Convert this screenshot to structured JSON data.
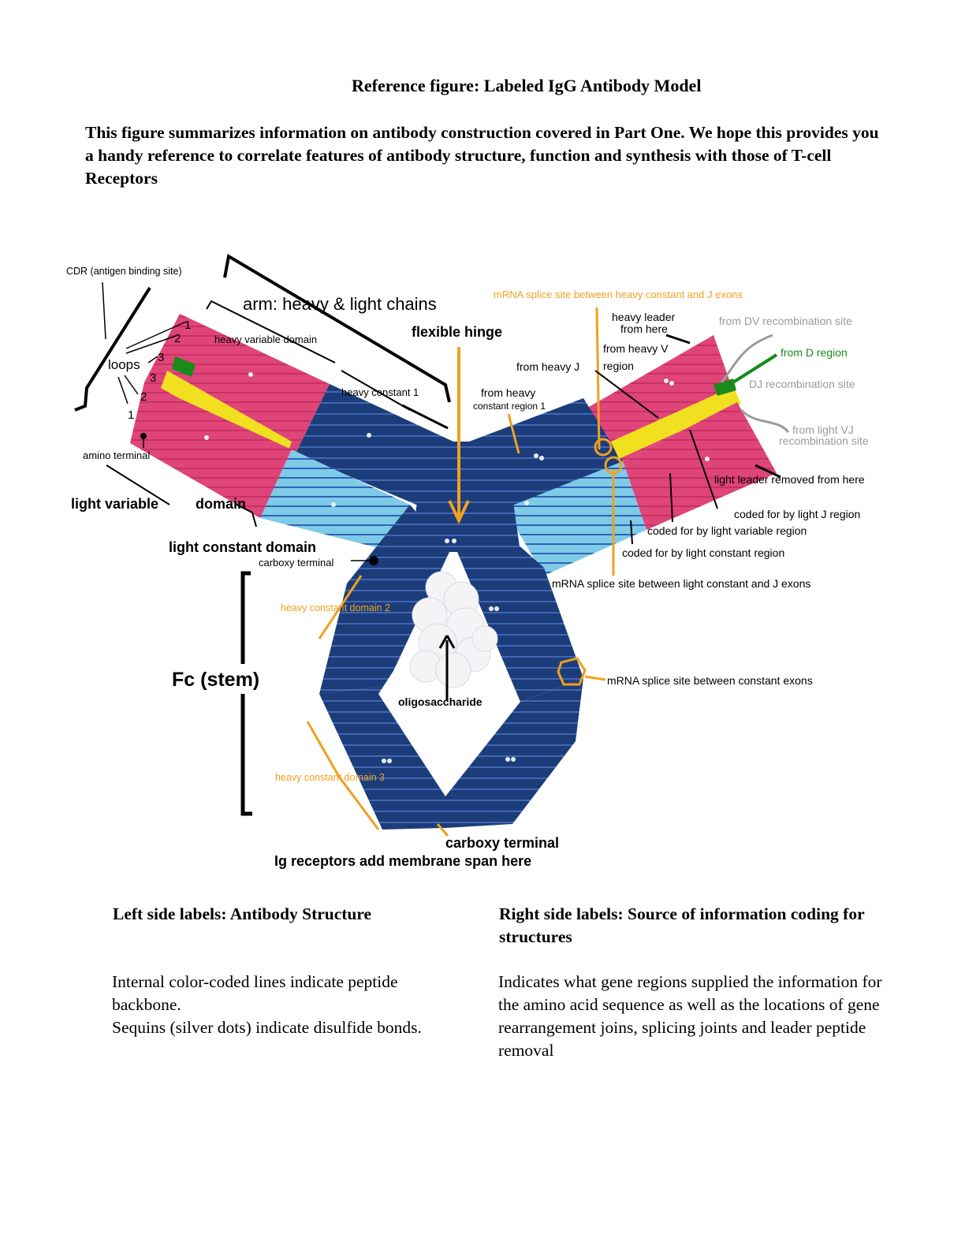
{
  "header": {
    "title": "Reference figure: Labeled IgG Antibody Model",
    "intro": "This figure summarizes information on antibody construction covered in Part One. We hope this provides you a handy reference to correlate features of antibody structure, function and synthesis with those of T-cell Receptors"
  },
  "diagram": {
    "left_labels": {
      "cdr": "CDR (antigen binding site)",
      "arm": "arm: heavy & light chains",
      "loops": "loops",
      "loop_numbers": [
        "1",
        "2",
        "3",
        "3",
        "2",
        "1"
      ],
      "heavy_variable": "heavy variable domain",
      "heavy_constant_1": "heavy constant 1",
      "amino_terminal": "amino terminal",
      "light_variable": "light variable",
      "domain": "domain",
      "light_constant": "light constant domain",
      "carboxy_terminal_small": "carboxy terminal",
      "heavy_constant_2": "heavy constant domain 2",
      "fc_stem": "Fc (stem)",
      "heavy_constant_3": "heavy constant domain 3",
      "oligosaccharide": "oligosaccharide",
      "carboxy_terminal": "carboxy terminal",
      "membrane_span": "Ig receptors add membrane span here",
      "flexible_hinge": "flexible hinge"
    },
    "right_labels": {
      "mrna_heavy_cj": "mRNA splice site between heavy constant and J exons",
      "heavy_leader_1": "heavy leader",
      "heavy_leader_2": "from here",
      "dv_recomb": "from DV recombination site",
      "from_heavy_v_1": "from heavy V",
      "from_heavy_v_2": "region",
      "from_d_region": "from D region",
      "from_heavy_j": "from heavy J",
      "dj_recomb": "DJ recombination site",
      "from_heavy_const_1": "from heavy",
      "from_heavy_const_2": "constant region 1",
      "from_light_vj_1": "from light VJ",
      "from_light_vj_2": "recombination site",
      "light_leader": "light leader removed from here",
      "coded_light_j": "coded for by light J region",
      "coded_light_v": "coded for by light variable region",
      "coded_light_c": "coded for by light constant region",
      "mrna_light_cj": "mRNA splice site between light constant and J exons",
      "mrna_constant": "mRNA splice site between constant exons"
    },
    "colors": {
      "heavy_chain": "#1c3d7a",
      "heavy_variable": "#e0457a",
      "light_constant": "#7ecbe8",
      "jregion": "#f0e020",
      "annotation_orange": "#f0a020",
      "annotation_gray": "#9a9a9a",
      "annotation_green": "#1a8a1a"
    }
  },
  "columns": {
    "left": {
      "heading": "Left side labels: Antibody Structure",
      "line1": "Internal color-coded lines indicate peptide backbone.",
      "line2": "Sequins (silver dots) indicate disulfide bonds."
    },
    "right": {
      "heading": "Right side labels: Source of information coding for structures",
      "body": "Indicates what gene regions supplied the information for the amino acid sequence as well as the locations of gene rearrangement joins, splicing joints and leader peptide removal"
    }
  }
}
